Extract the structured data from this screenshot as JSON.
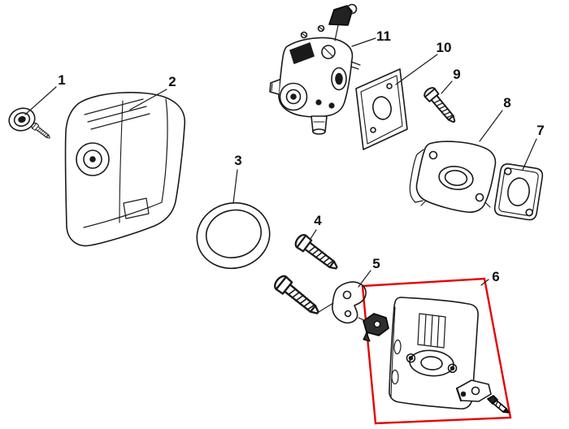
{
  "figure": {
    "kind": "exploded-parts-diagram",
    "subject": "Carburetor and air-cleaner assembly exploded view",
    "background": "#ffffff",
    "line_color": "#1a1a1a",
    "highlight_color": "#e60000",
    "highlighted_callout": "6"
  },
  "callouts": [
    {
      "label": "1",
      "part": "filter-cover-knob"
    },
    {
      "label": "2",
      "part": "air-cleaner-cover"
    },
    {
      "label": "3",
      "part": "filter-ring"
    },
    {
      "label": "4",
      "part": "bolt"
    },
    {
      "label": "5",
      "part": "bracket"
    },
    {
      "label": "6",
      "part": "cover-assembly",
      "highlighted": true
    },
    {
      "label": "7",
      "part": "gasket"
    },
    {
      "label": "8",
      "part": "intake-insulator"
    },
    {
      "label": "9",
      "part": "bolt"
    },
    {
      "label": "10",
      "part": "carburetor-gasket"
    },
    {
      "label": "11",
      "part": "carburetor"
    }
  ]
}
